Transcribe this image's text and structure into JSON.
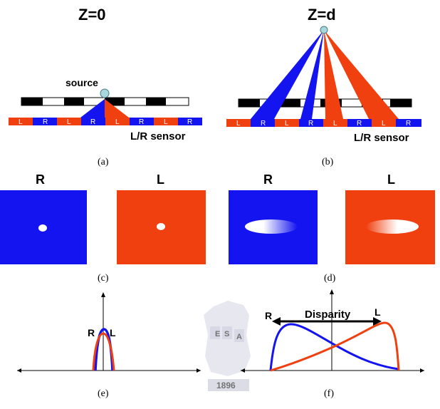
{
  "colors": {
    "blue": "#1414f0",
    "red": "#f04010",
    "black": "#000000",
    "source_fill": "#a8d8dc",
    "watermark": "#c9c9dc"
  },
  "panel_a": {
    "heading": "Z=0",
    "source_label": "source",
    "sensor_label": "L/R sensor",
    "caption": "(a)",
    "segments": [
      "L",
      "R",
      "L",
      "R",
      "L",
      "R",
      "L",
      "R"
    ]
  },
  "panel_b": {
    "heading": "Z=d",
    "sensor_label": "L/R sensor",
    "caption": "(b)",
    "segments": [
      "L",
      "R",
      "L",
      "R",
      "L",
      "R",
      "L",
      "R"
    ]
  },
  "panel_c": {
    "caption": "(c)",
    "images": [
      {
        "label": "R",
        "color": "blue"
      },
      {
        "label": "L",
        "color": "red"
      }
    ]
  },
  "panel_d": {
    "caption": "(d)",
    "images": [
      {
        "label": "R",
        "color": "blue"
      },
      {
        "label": "L",
        "color": "red"
      }
    ]
  },
  "panel_e": {
    "caption": "(e)",
    "label_r": "R",
    "label_l": "L"
  },
  "panel_f": {
    "caption": "(f)",
    "label_r": "R",
    "label_l": "L",
    "disparity_label": "Disparity"
  },
  "watermark": {
    "year": "1896",
    "letters": [
      "E",
      "S",
      "A"
    ]
  }
}
